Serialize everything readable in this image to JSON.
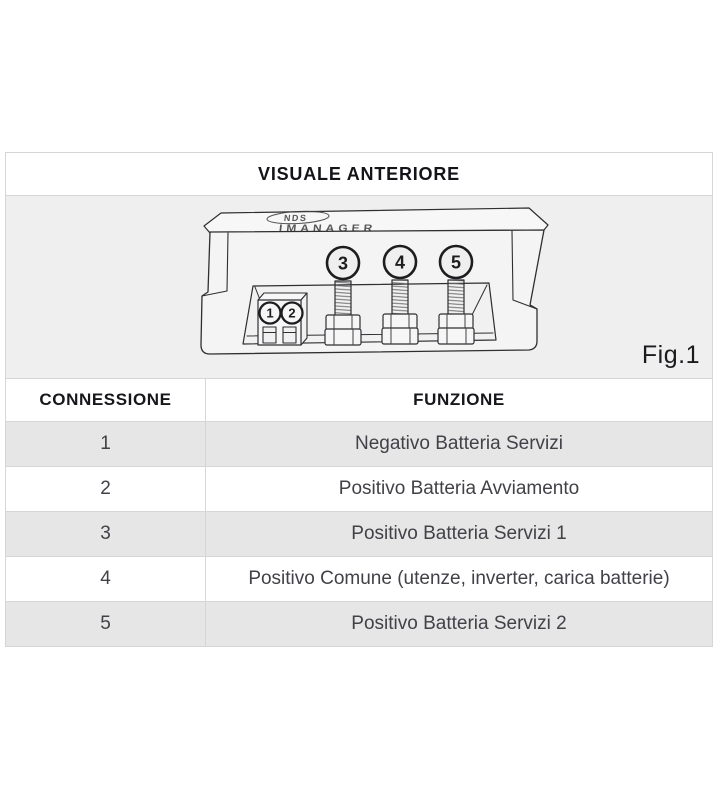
{
  "title": "VISUALE ANTERIORE",
  "figure": {
    "label": "Fig.1",
    "device_brand_top": "NDS",
    "device_brand_bottom": "IMANAGER",
    "callouts": [
      "1",
      "2",
      "3",
      "4",
      "5"
    ]
  },
  "table": {
    "headers": {
      "connection": "CONNESSIONE",
      "function": "FUNZIONE"
    },
    "rows": [
      {
        "connection": "1",
        "function": "Negativo Batteria Servizi"
      },
      {
        "connection": "2",
        "function": "Positivo Batteria Avviamento"
      },
      {
        "connection": "3",
        "function": "Positivo Batteria Servizi 1"
      },
      {
        "connection": "4",
        "function": "Positivo Comune (utenze, inverter, carica batterie)"
      },
      {
        "connection": "5",
        "function": "Positivo Batteria Servizi 2"
      }
    ]
  },
  "colors": {
    "page_bg": "#ffffff",
    "panel_bg": "#efefef",
    "row_alt_bg": "#e6e6e6",
    "border": "#d6d6d6",
    "heading_text": "#141318",
    "body_text": "#424147",
    "line_art": "#2f2e31"
  }
}
